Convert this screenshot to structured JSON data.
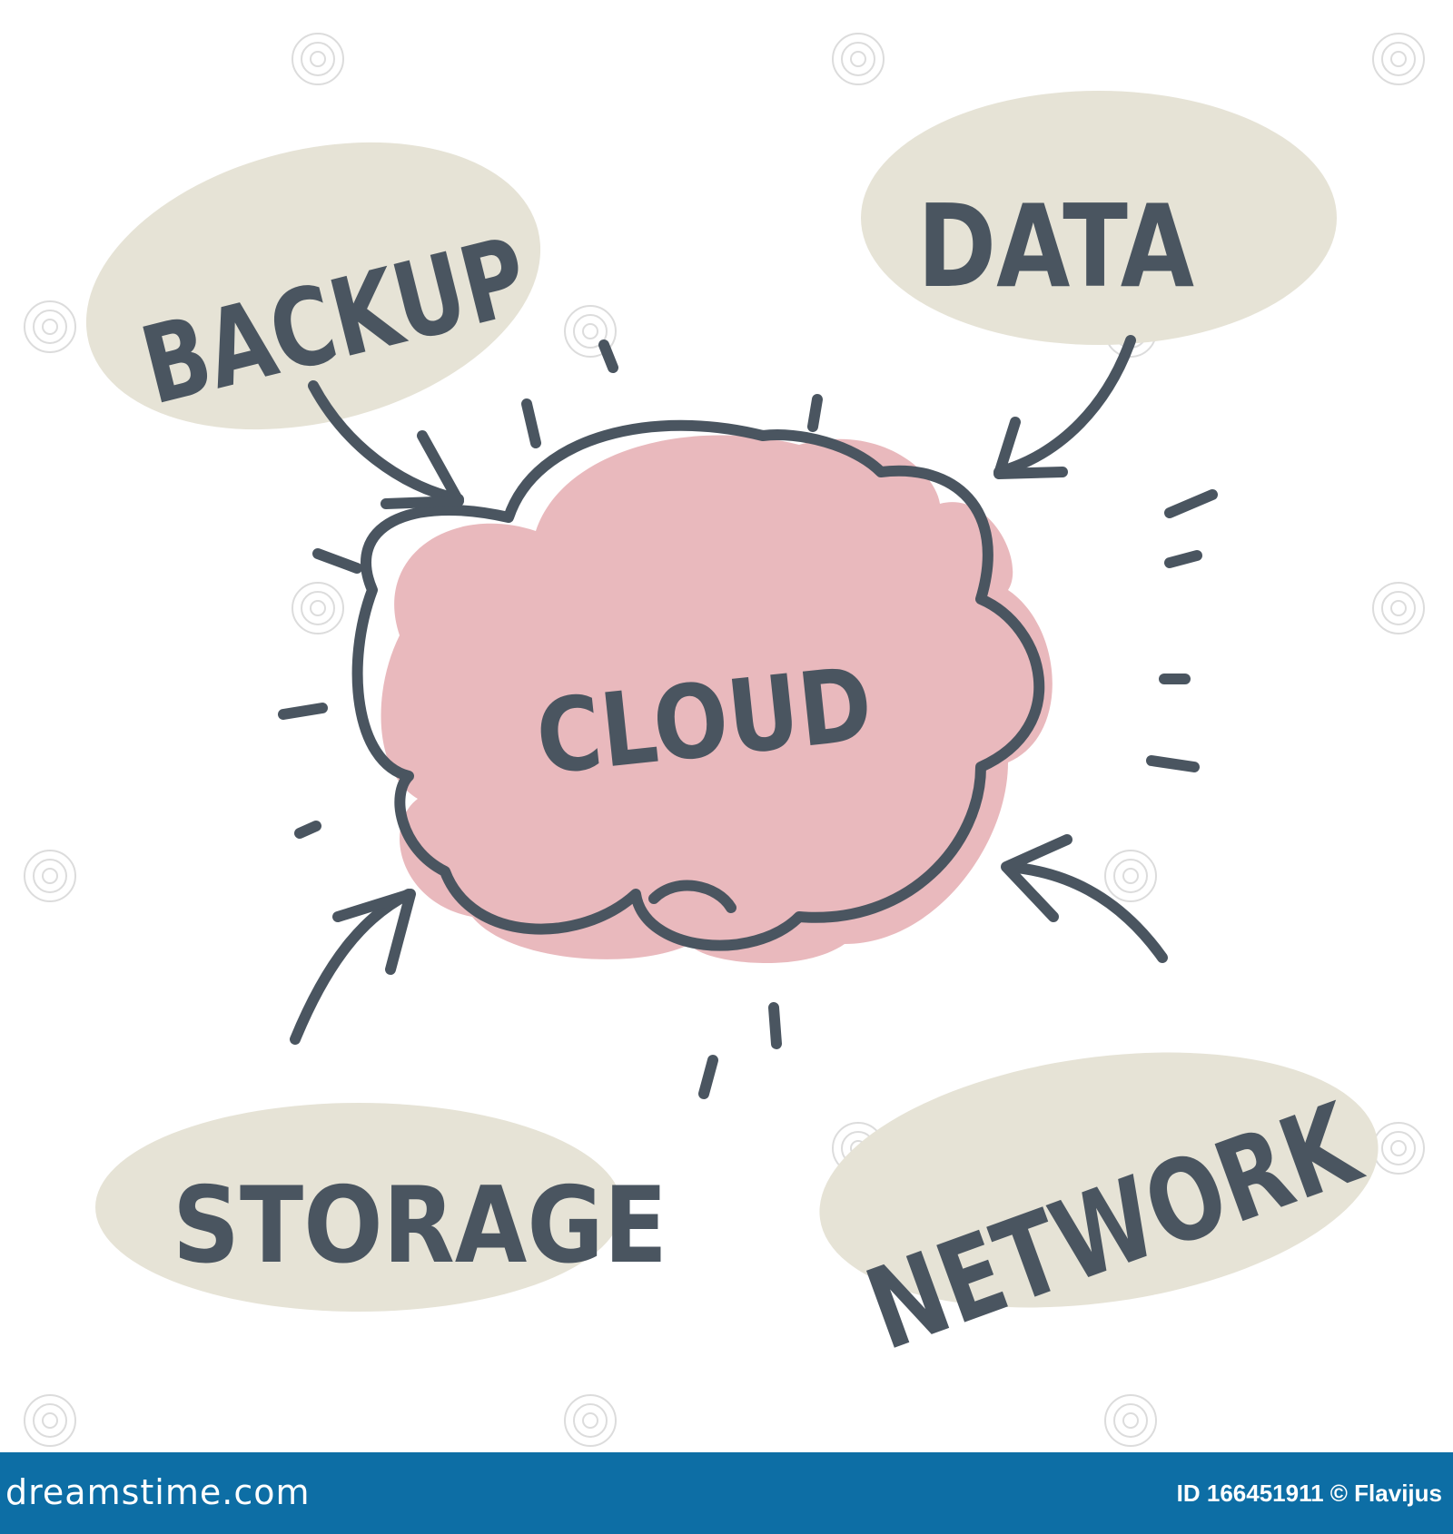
{
  "diagram": {
    "center": {
      "label": "CLOUD"
    },
    "nodes": [
      {
        "id": "backup",
        "label": "BACKUP"
      },
      {
        "id": "data",
        "label": "DATA"
      },
      {
        "id": "storage",
        "label": "STORAGE"
      },
      {
        "id": "network",
        "label": "NETWORK"
      }
    ]
  },
  "colors": {
    "cloud_fill": "#e9b9bd",
    "bubble_fill": "#e6e3d6",
    "ink": "#4a5560",
    "footer_bg": "#0d6ea5"
  },
  "footer": {
    "brand": "dreamstime.com",
    "credit": "ID 166451911 © Flavijus"
  }
}
